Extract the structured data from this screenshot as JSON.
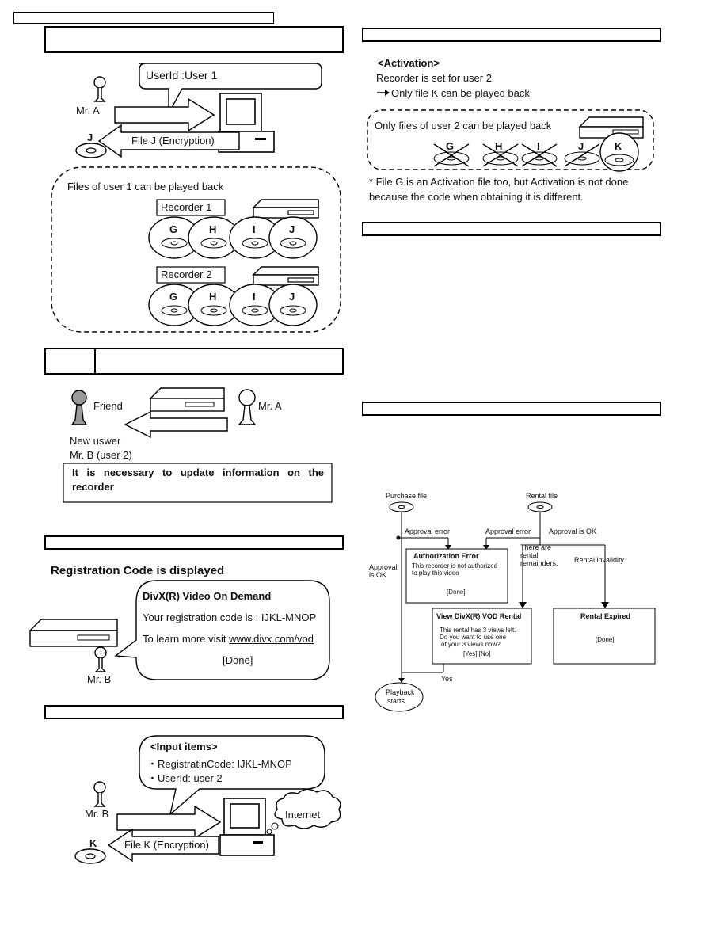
{
  "step1": {
    "user_bubble": "UserId :User 1",
    "person": "Mr. A",
    "disc": "J",
    "file_arrow": "File J (Encryption)",
    "group_label": "Files of user 1 can be played back",
    "recorder1": "Recorder 1",
    "recorder2": "Recorder 2",
    "discs": [
      "G",
      "H",
      "I",
      "J"
    ]
  },
  "step2": {
    "friend": "Friend",
    "person": "Mr. A",
    "new_user_line1": "New uswer",
    "new_user_line2": "Mr. B (user 2)",
    "notice": "It is necessary to update information on the recorder"
  },
  "step3": {
    "heading": "Registration Code is displayed",
    "dialog_title": "DivX(R) Video On Demand",
    "code_line": "Your registration code is : IJKL-MNOP",
    "learn_prefix": "To learn more visit ",
    "learn_link": "www.divx.com/vod",
    "done": "[Done]",
    "person": "Mr. B"
  },
  "step4": {
    "bubble_title": "<Input items>",
    "item1": "・RegistratinCode: IJKL-MNOP",
    "item2": "・UserId: user 2",
    "person": "Mr. B",
    "internet": "Internet",
    "disc": "K",
    "file_arrow": "File K (Encryption)"
  },
  "activation": {
    "title": "<Activation>",
    "line1": "Recorder is set for user 2",
    "line2": "Only file K can be played back",
    "box_label": "Only files of user 2 can be played back",
    "discs": [
      "G",
      "H",
      "I",
      "J",
      "K"
    ],
    "note_line1": "* File G is an Activation file too, but Activation is not done",
    "note_line2": "because the code when obtaining it is different."
  },
  "flow": {
    "purchase": "Purchase file",
    "rental": "Rental file",
    "approval_error_left": "Approval error",
    "approval_error_right": "Approval error",
    "approval_ok_right": "Approval is OK",
    "approval_ok_left_1": "Approval",
    "approval_ok_left_2": "is OK",
    "remainders_1": "There are",
    "remainders_2": "rental",
    "remainders_3": "remainders.",
    "invalidity": "Rental invalidity",
    "auth_title": "Authorization Error",
    "auth_line1": "This recorder is not authorized",
    "auth_line2": "to play this video",
    "auth_done": "[Done]",
    "vod_title": "View DivX(R) VOD Rental",
    "vod_line1": "This rental has 3 views left.",
    "vod_line2": "Do you want to use one",
    "vod_line3": "of your 3 views now?",
    "vod_buttons": "[Yes] [No]",
    "expired_title": "Rental Expired",
    "expired_done": "[Done]",
    "yes": "Yes",
    "playback_1": "Playback",
    "playback_2": "starts"
  }
}
